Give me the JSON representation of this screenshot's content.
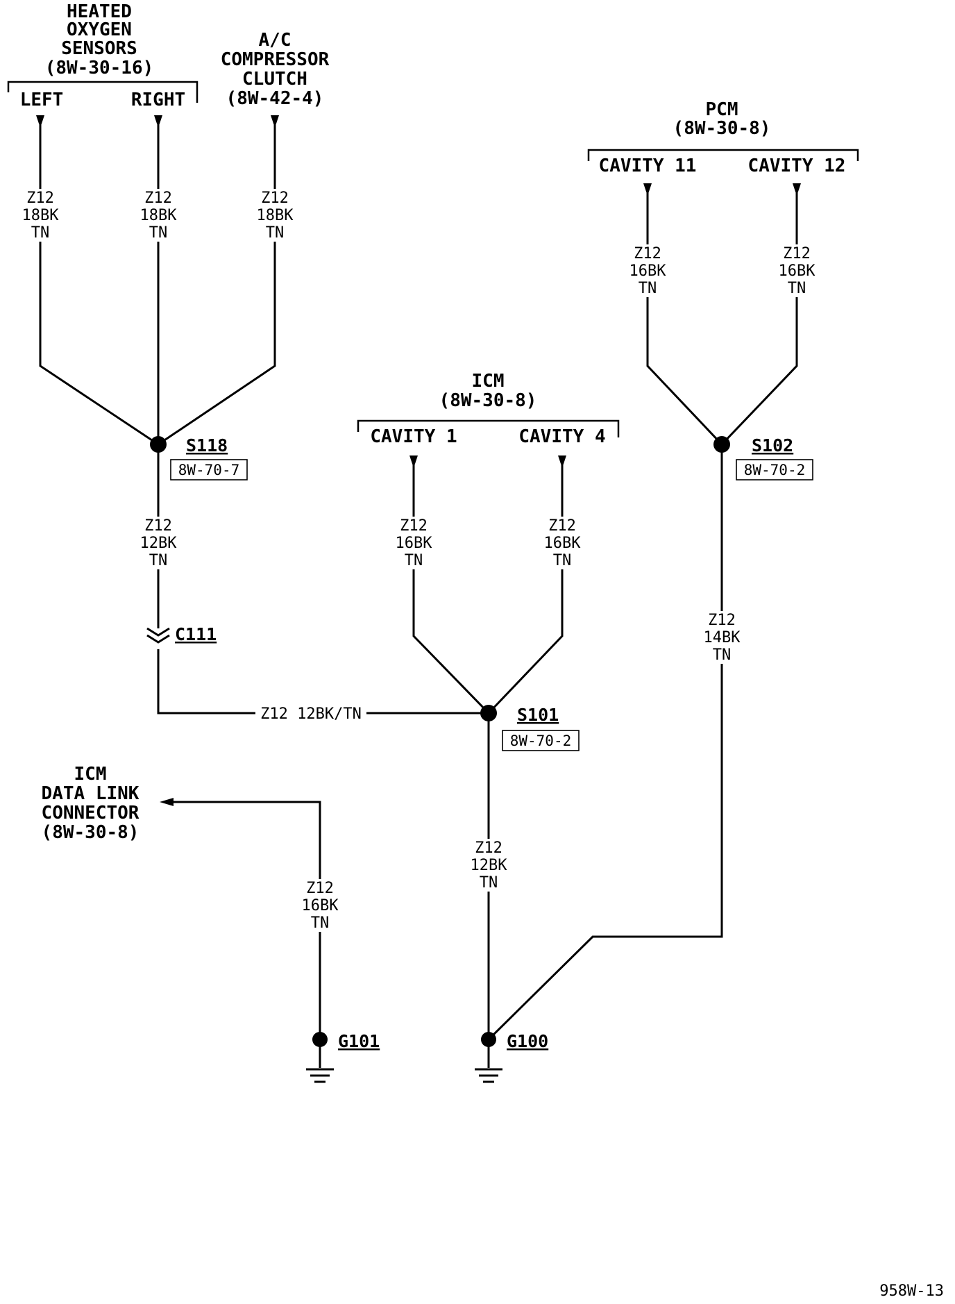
{
  "components": {
    "heated_oxygen_sensors": {
      "lines": [
        "HEATED",
        "OXYGEN",
        "SENSORS",
        "(8W-30-16)"
      ],
      "left": "LEFT",
      "right": "RIGHT"
    },
    "ac_compressor_clutch": {
      "lines": [
        "A/C",
        "COMPRESSOR",
        "CLUTCH",
        "(8W-42-4)"
      ]
    },
    "pcm": {
      "lines": [
        "PCM",
        "(8W-30-8)"
      ],
      "cavity_a": "CAVITY 11",
      "cavity_b": "CAVITY 12"
    },
    "icm": {
      "lines": [
        "ICM",
        "(8W-30-8)"
      ],
      "cavity_a": "CAVITY 1",
      "cavity_b": "CAVITY 4"
    },
    "icm_dlc": {
      "lines": [
        "ICM",
        "DATA LINK",
        "CONNECTOR",
        "(8W-30-8)"
      ]
    }
  },
  "wires": [
    {
      "id": "o2-left",
      "lines": [
        "Z12",
        "18BK",
        "TN"
      ]
    },
    {
      "id": "o2-right",
      "lines": [
        "Z12",
        "18BK",
        "TN"
      ]
    },
    {
      "id": "ac-clutch",
      "lines": [
        "Z12",
        "18BK",
        "TN"
      ]
    },
    {
      "id": "pcm-cav11",
      "lines": [
        "Z12",
        "16BK",
        "TN"
      ]
    },
    {
      "id": "pcm-cav12",
      "lines": [
        "Z12",
        "16BK",
        "TN"
      ]
    },
    {
      "id": "icm-cav1",
      "lines": [
        "Z12",
        "16BK",
        "TN"
      ]
    },
    {
      "id": "icm-cav4",
      "lines": [
        "Z12",
        "16BK",
        "TN"
      ]
    },
    {
      "id": "s118-c111",
      "lines": [
        "Z12",
        "12BK",
        "TN"
      ]
    },
    {
      "id": "s102-g100",
      "lines": [
        "Z12",
        "14BK",
        "TN"
      ]
    },
    {
      "id": "dlc-g101",
      "lines": [
        "Z12",
        "16BK",
        "TN"
      ]
    },
    {
      "id": "s101-g100",
      "lines": [
        "Z12",
        "12BK",
        "TN"
      ]
    }
  ],
  "horizontal_wire_label": "Z12 12BK/TN",
  "splices": [
    {
      "id": "S118",
      "ref": "8W-70-7"
    },
    {
      "id": "S102",
      "ref": "8W-70-2"
    },
    {
      "id": "S101",
      "ref": "8W-70-2"
    }
  ],
  "connector": {
    "id": "C111"
  },
  "grounds": [
    {
      "id": "G101"
    },
    {
      "id": "G100"
    }
  ],
  "figure_id": "958W-13"
}
